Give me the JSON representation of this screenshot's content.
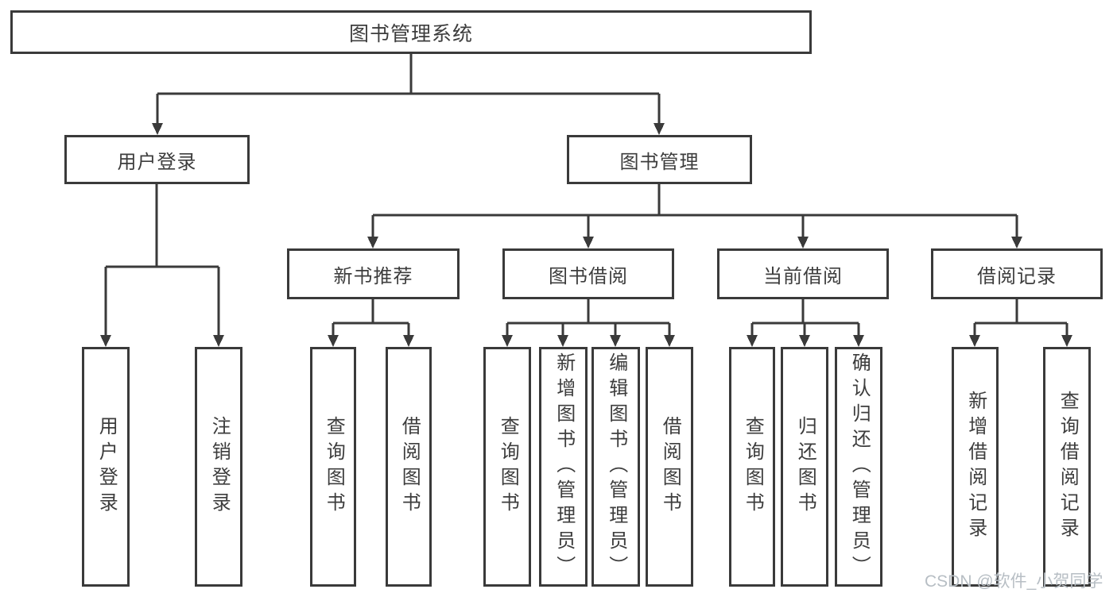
{
  "diagram": {
    "title": "图书管理系统",
    "level2": [
      {
        "label": "用户登录",
        "children": [
          "用户登录",
          "注销登录"
        ]
      },
      {
        "label": "图书管理"
      }
    ],
    "level3": [
      {
        "label": "新书推荐",
        "children": [
          "查询图书",
          "借阅图书"
        ]
      },
      {
        "label": "图书借阅",
        "children": [
          "查询图书",
          "新增图书（管理员）",
          "编辑图书（管理员）",
          "借阅图书"
        ]
      },
      {
        "label": "当前借阅",
        "children": [
          "查询图书",
          "归还图书",
          "确认归还（管理员）"
        ]
      },
      {
        "label": "借阅记录",
        "children": [
          "新增借阅记录",
          "查询借阅记录"
        ]
      }
    ]
  },
  "watermark": "CSDN @软件_小贺同学",
  "colors": {
    "line": "#3a3a3a",
    "text": "#3d3d3d",
    "background": "#ffffff",
    "watermark": "#b7bec4"
  }
}
